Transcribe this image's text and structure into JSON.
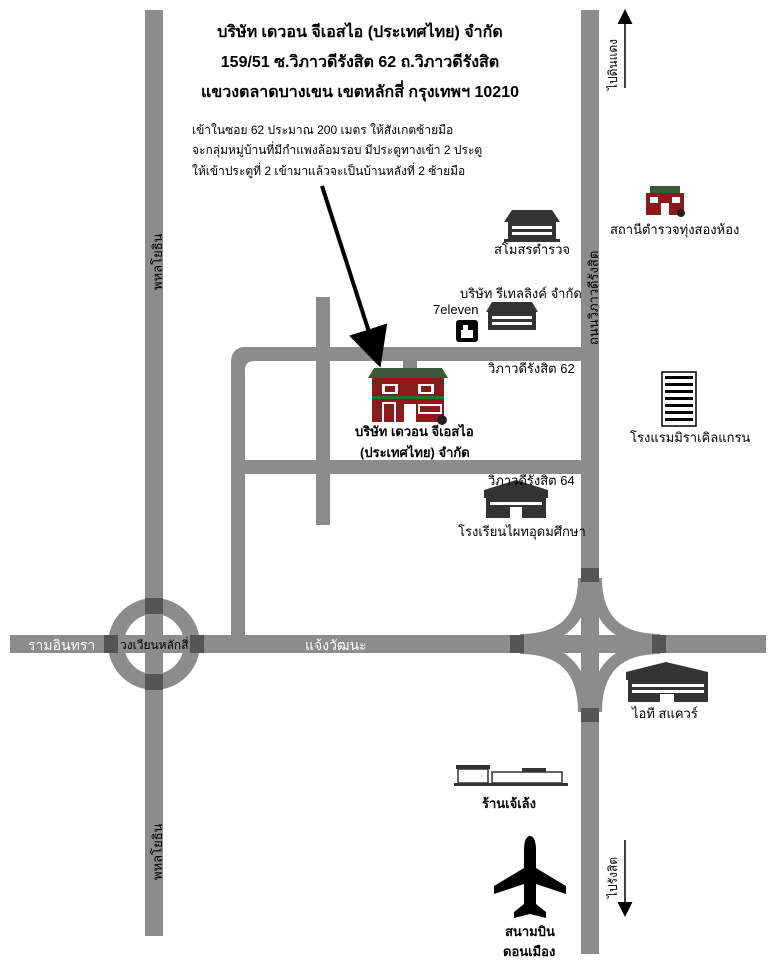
{
  "header": {
    "line1": "บริษัท เดวอน จีเอสไอ (ประเทศไทย) จำกัด",
    "line2": "159/51 ซ.วิภาวดีรังสิต 62 ถ.วิภาวดีรังสิต",
    "line3": "แขวงตลาดบางเขน เขตหลักสี่ กรุงเทพฯ 10210"
  },
  "directions": [
    "เข้าในซอย 62 ประมาณ 200 เมตร ให้สังเกตซ้ายมือ",
    "จะกลุ่มหมู่บ้านที่มีกำแพงล้อมรอบ มีประตูทางเข้า 2 ประตู",
    "ให้เข้าประตูที่ 2 เข้ามาแล้วจะเป็นบ้านหลังที่ 2 ซ้ายมือ"
  ],
  "roads": {
    "phahon_top": "พหลโยธิน",
    "phahon_bottom": "พหลโยธิน",
    "ram_inthra": "รามอินทรา",
    "circle": "วงเวียนหลักสี่",
    "chaeng_watthana": "แจ้งวัฒนะ",
    "vibhavadi": "ถนนวิภาวดีรังสิต",
    "soi62": "วิภาวดีรังสิต 62",
    "soi64": "วิภาวดีรังสิต 64",
    "to_din_daeng": "ไปดินแดง",
    "to_rangsit": "ไปรังสิต"
  },
  "places": {
    "company_line1": "บริษัท เดวอน จีเอสไอ",
    "company_line2": "(ประเทศไทย) จำกัด",
    "police_club": "สโมสรตำรวจ",
    "police_station": "สถานีตำรวจทุ่งสองห้อง",
    "retailink": "บริษัท รีเทลลิงค์ จำกัด",
    "seven_eleven": "7eleven",
    "hotel": "โรงแรมมิราเคิลแกรน",
    "school": "โรงเรียนไผทอุดมศึกษา",
    "it_square": "ไอที สแควร์",
    "shop": "ร้านเจ้เล้ง",
    "airport_line1": "สนามบิน",
    "airport_line2": "ดอนเมือง"
  },
  "colors": {
    "road": "#8c8c8c",
    "road_edge": "#737373",
    "building_red": "#8b1a1a",
    "roof_green": "#3a5a3a"
  }
}
